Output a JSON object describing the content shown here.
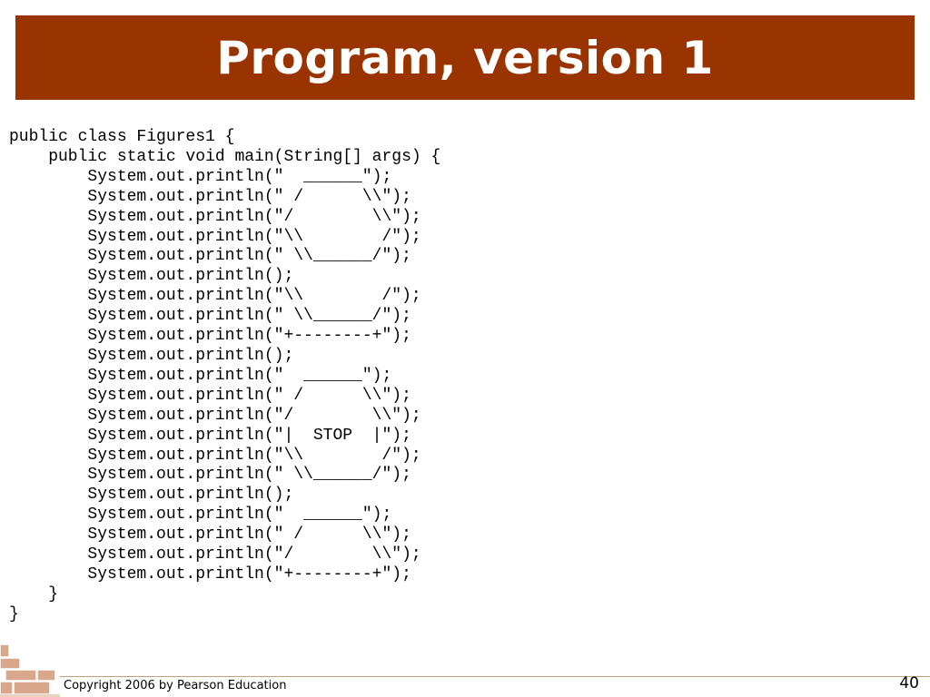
{
  "slide": {
    "title": "Program, version 1",
    "code_lines": [
      "public class Figures1 {",
      "    public static void main(String[] args) {",
      "        System.out.println(\"  ______\");",
      "        System.out.println(\" /      \\\\\");",
      "        System.out.println(\"/        \\\\\");",
      "        System.out.println(\"\\\\        /\");",
      "        System.out.println(\" \\\\______/\");",
      "        System.out.println();",
      "        System.out.println(\"\\\\        /\");",
      "        System.out.println(\" \\\\______/\");",
      "        System.out.println(\"+--------+\");",
      "        System.out.println();",
      "        System.out.println(\"  ______\");",
      "        System.out.println(\" /      \\\\\");",
      "        System.out.println(\"/        \\\\\");",
      "        System.out.println(\"|  STOP  |\");",
      "        System.out.println(\"\\\\        /\");",
      "        System.out.println(\" \\\\______/\");",
      "        System.out.println();",
      "        System.out.println(\"  ______\");",
      "        System.out.println(\" /      \\\\\");",
      "        System.out.println(\"/        \\\\\");",
      "        System.out.println(\"+--------+\");",
      "    }",
      "}"
    ]
  },
  "footer": {
    "copyright": "Copyright 2006 by Pearson Education",
    "page_number": "40"
  },
  "colors": {
    "title_bar": "#993300",
    "title_text": "#ffffff",
    "brick": "#d9a88c"
  }
}
